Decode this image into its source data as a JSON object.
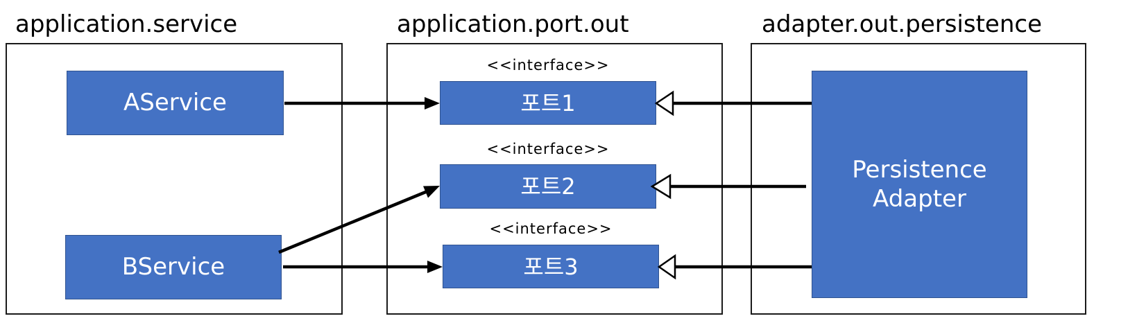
{
  "packages": {
    "service": {
      "title": "application.service"
    },
    "port": {
      "title": "application.port.out"
    },
    "adapter": {
      "title": "adapter.out.persistence"
    }
  },
  "classes": {
    "a_service": {
      "label": "AService"
    },
    "b_service": {
      "label": "BService"
    },
    "port1": {
      "label": "포트1",
      "stereotype": "<<interface>>"
    },
    "port2": {
      "label": "포트2",
      "stereotype": "<<interface>>"
    },
    "port3": {
      "label": "포트3",
      "stereotype": "<<interface>>"
    },
    "adapter": {
      "label_line1": "Persistence",
      "label_line2": "Adapter"
    }
  },
  "colors": {
    "box_fill": "#4472c4",
    "box_border": "#2f528f",
    "line": "#000000"
  }
}
